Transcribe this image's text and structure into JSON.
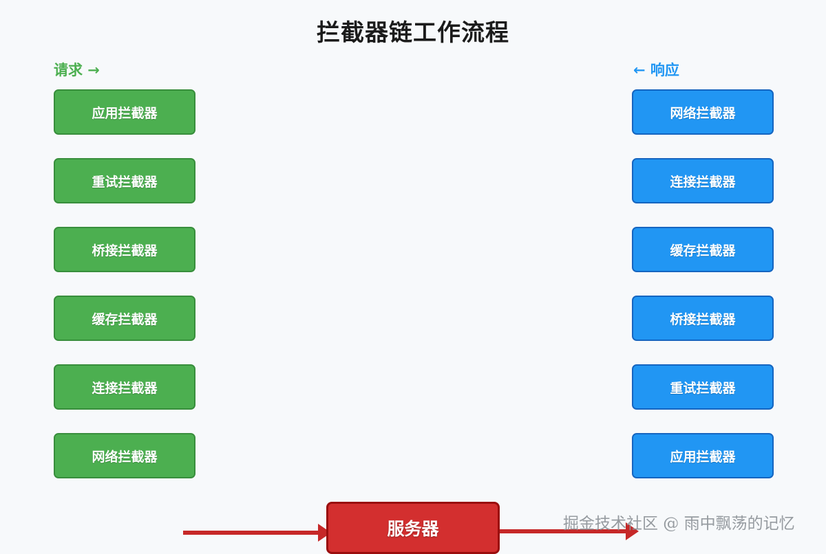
{
  "page": {
    "title": "拦截器链工作流程",
    "background_color": "#f7f9fb"
  },
  "colors": {
    "request_green": "#4caf50",
    "request_green_border": "#388e3c",
    "response_blue": "#2196f3",
    "response_blue_border": "#1565c0",
    "server_red": "#d32f2f",
    "server_red_border": "#9a0e0e",
    "arrow_red": "#c62828",
    "title_color": "#1b1b1b",
    "watermark_color": "#8e9499"
  },
  "columns": {
    "request": {
      "header": "请求 →",
      "direction": "down",
      "nodes": [
        {
          "label": "应用拦截器"
        },
        {
          "label": "重试拦截器"
        },
        {
          "label": "桥接拦截器"
        },
        {
          "label": "缓存拦截器"
        },
        {
          "label": "连接拦截器"
        },
        {
          "label": "网络拦截器"
        }
      ]
    },
    "response": {
      "header": "← 响应",
      "direction": "down",
      "nodes": [
        {
          "label": "网络拦截器"
        },
        {
          "label": "连接拦截器"
        },
        {
          "label": "缓存拦截器"
        },
        {
          "label": "桥接拦截器"
        },
        {
          "label": "重试拦截器"
        },
        {
          "label": "应用拦截器"
        }
      ]
    }
  },
  "server": {
    "label": "服务器"
  },
  "arrows": {
    "to_server_label": "request-to-server-arrow",
    "from_server_label": "server-to-response-arrow"
  },
  "watermark": {
    "text": "掘金技术社区 @ 雨中飘荡的记忆"
  }
}
